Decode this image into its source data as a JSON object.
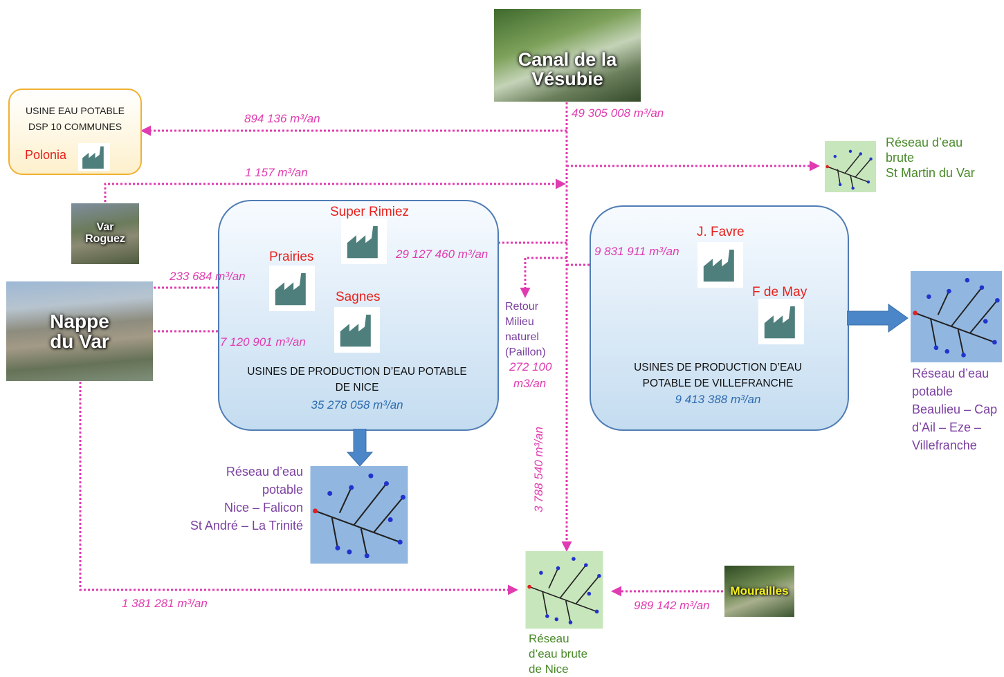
{
  "sources": {
    "canal": "Canal de la Vésubie",
    "nappe": "Nappe du Var",
    "var_roguez": "Var Roguez",
    "mourailles": "Mourailles"
  },
  "usine_dsp": {
    "line1": "USINE EAU POTABLE",
    "line2": "DSP 10 COMMUNES",
    "plant": "Polonia"
  },
  "plants": {
    "super_rimiez": "Super Rimiez",
    "prairies": "Prairies",
    "sagnes": "Sagnes",
    "j_favre": "J. Favre",
    "f_de_may": "F de May"
  },
  "groups": {
    "nice": {
      "name_line1": "USINES DE PRODUCTION D’EAU POTABLE",
      "name_line2": "DE NICE",
      "volume": "35 278 058 m³/an"
    },
    "villefranche": {
      "name_line1": "USINES DE PRODUCTION D’EAU",
      "name_line2": "POTABLE DE VILLEFRANCHE",
      "volume": "9 413 388 m³/an"
    }
  },
  "flows": {
    "canal_total": "49 305 008 m³/an",
    "to_polonia": "894 136 m³/an",
    "var_roguez": "1 157 m³/an",
    "to_super_rimiez": "29 127 460 m³/an",
    "to_prairies": "233 684 m³/an",
    "to_sagnes": "7 120 901 m³/an",
    "to_favre": "9 831 911 m³/an",
    "to_brute_nice": "3 788 540 m³/an",
    "nappe_to_brute": "1 381 281 m³/an",
    "mourailles": "989 142 m³/an"
  },
  "retour": {
    "lines": [
      "Retour",
      "Milieu",
      "naturel",
      "(Paillon)"
    ],
    "value_line1": "272 100",
    "value_line2": "m3/an"
  },
  "networks": {
    "st_martin": [
      "Réseau d’eau",
      "brute",
      "St Martin du Var"
    ],
    "beaulieu": [
      "Réseau d’eau",
      "potable",
      "Beaulieu – Cap",
      "d’Ail – Eze –",
      "Villefranche"
    ],
    "nice_potable": [
      "Réseau d’eau",
      "potable",
      "Nice – Falicon",
      "St André – La Trinité"
    ],
    "brute_nice": [
      "Réseau",
      "d’eau brute",
      "de Nice"
    ]
  },
  "icons": [
    "factory-icon",
    "water-network-icon",
    "arrow-icon"
  ],
  "colors": {
    "flow": "#e03bb0",
    "plant_label": "#e8211c",
    "network_potable": "#7b3fa0",
    "network_brute": "#4a8a2a",
    "volume": "#2c6bb0",
    "pipe": "#4a86c8"
  }
}
